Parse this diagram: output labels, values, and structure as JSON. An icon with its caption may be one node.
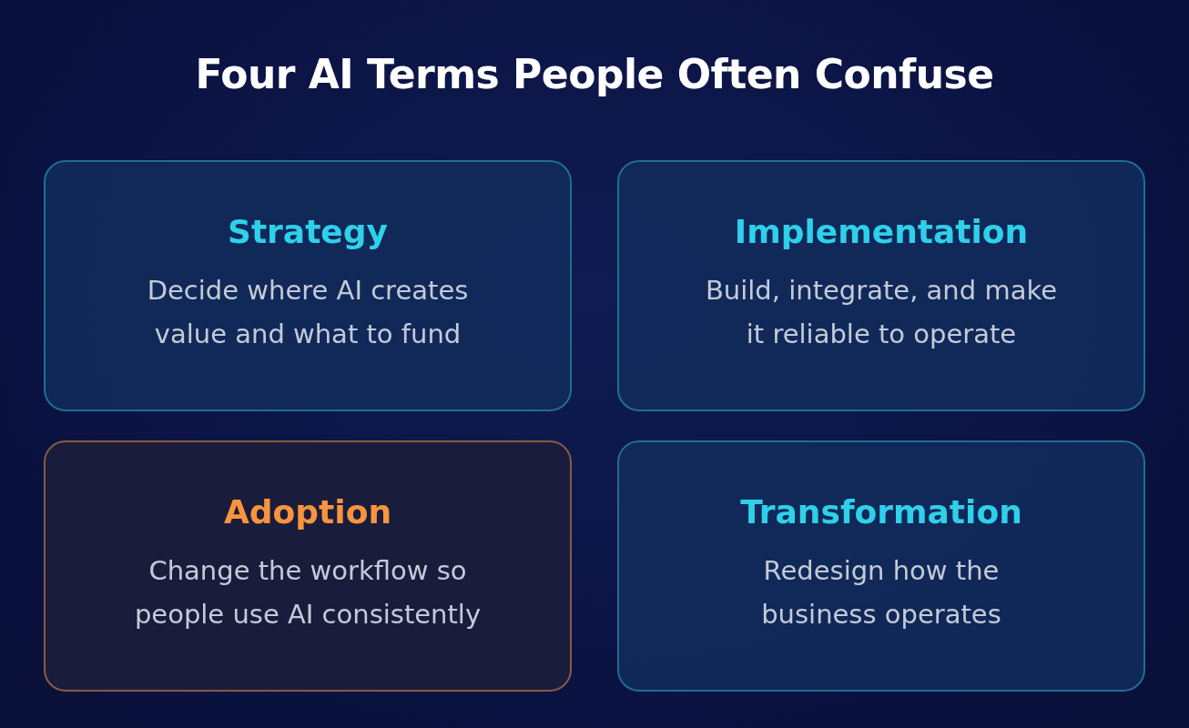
{
  "diagram": {
    "title": "Four AI Terms People Often Confuse",
    "nodes": [
      {
        "text": [
          "Strategy",
          "Decide where AI creates value and what to fund"
        ]
      },
      {
        "text": [
          "Implementation",
          "Build, integrate, and make it reliable to operate"
        ]
      },
      {
        "text": [
          "Adoption",
          "Change the workflow so people use AI consistently"
        ]
      },
      {
        "text": [
          "Transformation",
          "Redesign how the business operates"
        ]
      }
    ]
  }
}
